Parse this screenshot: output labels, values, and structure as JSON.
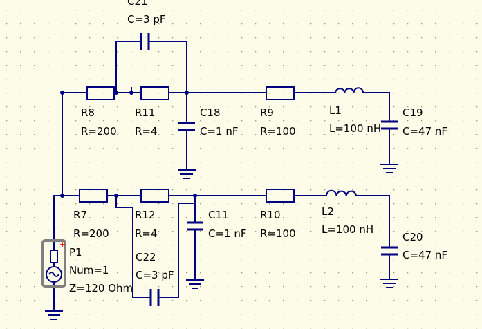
{
  "colors": {
    "background": "#fcfce8",
    "wire": "#000080",
    "grid_dot": "#9a9a7a",
    "text": "#000000",
    "port_outline": "#808080",
    "port_pin": "#ff0000"
  },
  "components": {
    "C21": {
      "name": "C21",
      "value": "C=3 pF"
    },
    "R8": {
      "name": "R8",
      "value": "R=200"
    },
    "R11": {
      "name": "R11",
      "value": "R=4"
    },
    "C18": {
      "name": "C18",
      "value": "C=1 nF"
    },
    "R9": {
      "name": "R9",
      "value": "R=100"
    },
    "L1": {
      "name": "L1",
      "value": "L=100 nH"
    },
    "C19": {
      "name": "C19",
      "value": "C=47 nF"
    },
    "R7": {
      "name": "R7",
      "value": "R=200"
    },
    "R12": {
      "name": "R12",
      "value": "R=4"
    },
    "C11": {
      "name": "C11",
      "value": "C=1 nF"
    },
    "R10": {
      "name": "R10",
      "value": "R=100"
    },
    "L2": {
      "name": "L2",
      "value": "L=100 nH"
    },
    "C20": {
      "name": "C20",
      "value": "C=47 nF"
    },
    "C22": {
      "name": "C22",
      "value": "C=3 pF"
    },
    "P1": {
      "name": "P1",
      "num": "Num=1",
      "impedance": "Z=120 Ohm",
      "pin_mark": "+"
    }
  }
}
